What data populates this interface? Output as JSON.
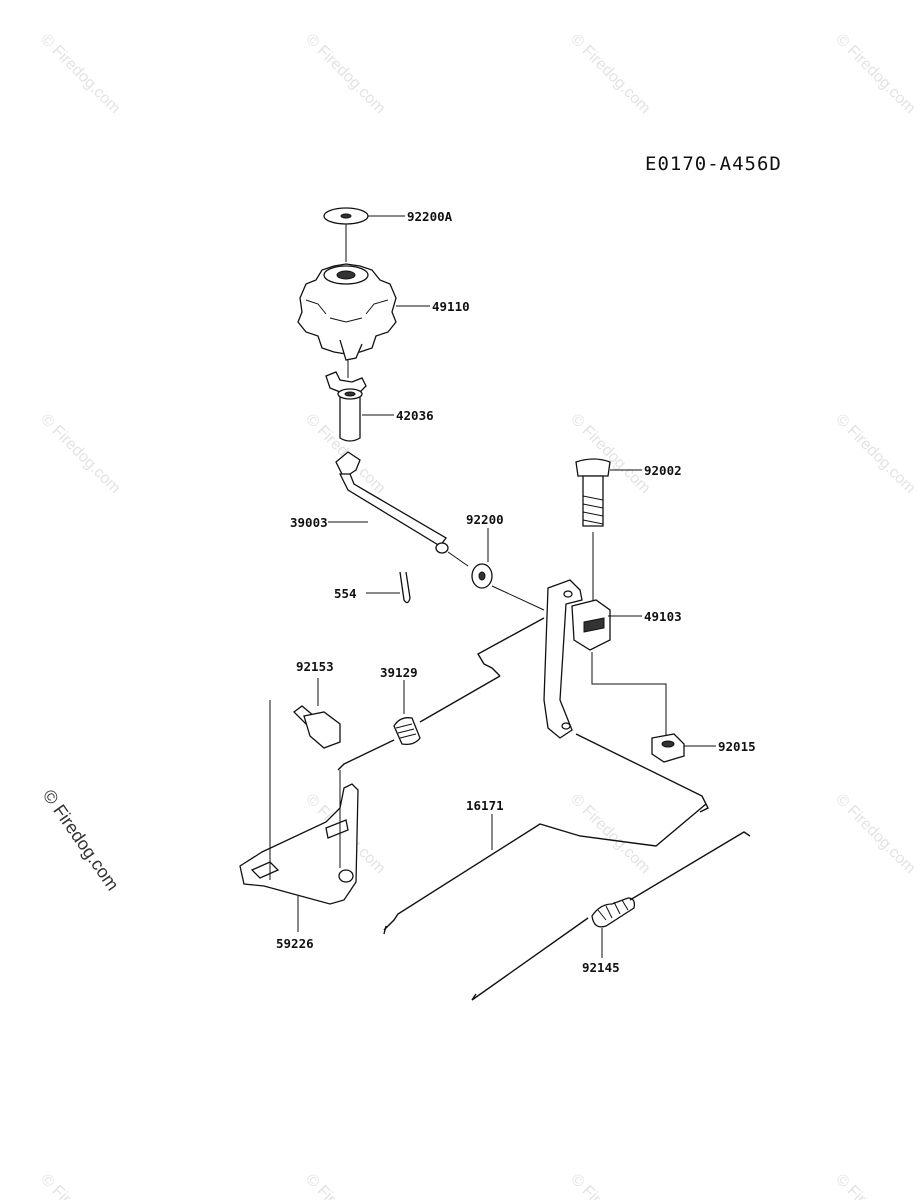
{
  "diagram": {
    "code": "E0170-A456D",
    "watermark": "© Firedog.com",
    "side_watermark": "© Firedog.com",
    "parts": [
      {
        "id": "92200A",
        "label": "92200A"
      },
      {
        "id": "49110",
        "label": "49110"
      },
      {
        "id": "42036",
        "label": "42036"
      },
      {
        "id": "92002",
        "label": "92002"
      },
      {
        "id": "39003",
        "label": "39003"
      },
      {
        "id": "92200",
        "label": "92200"
      },
      {
        "id": "554",
        "label": "554"
      },
      {
        "id": "49103",
        "label": "49103"
      },
      {
        "id": "92153",
        "label": "92153"
      },
      {
        "id": "39129",
        "label": "39129"
      },
      {
        "id": "92015",
        "label": "92015"
      },
      {
        "id": "16171",
        "label": "16171"
      },
      {
        "id": "59226",
        "label": "59226"
      },
      {
        "id": "92145",
        "label": "92145"
      }
    ]
  }
}
